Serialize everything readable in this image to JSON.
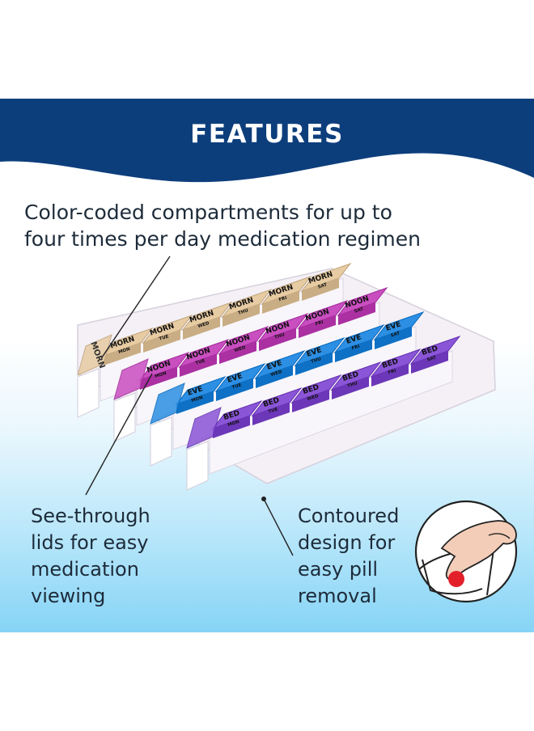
{
  "banner": {
    "title": "FEATURES",
    "color": "#0d3e7c"
  },
  "callouts": {
    "top": [
      "Color-coded compartments for up to",
      "four times per day medication regimen"
    ],
    "left": [
      "See-through",
      "lids for easy",
      "medication",
      "viewing"
    ],
    "right": [
      "Contoured",
      "design for",
      "easy pill",
      "removal"
    ]
  },
  "organizer": {
    "rows": [
      {
        "label": "MORN",
        "color": "#e7cba2",
        "days": [
          "MON",
          "TUE",
          "WED",
          "THU",
          "FRI",
          "SAT"
        ]
      },
      {
        "label": "NOON",
        "color": "#c94ec0",
        "days": [
          "MON",
          "TUE",
          "WED",
          "THU",
          "FRI",
          "SAT"
        ]
      },
      {
        "label": "EVE",
        "color": "#2c8fe3",
        "days": [
          "MON",
          "TUE",
          "WED",
          "THU",
          "FRI",
          "SAT"
        ]
      },
      {
        "label": "BED",
        "color": "#8a55d6",
        "days": [
          "MON",
          "TUE",
          "WED",
          "THU",
          "FRI",
          "SAT"
        ]
      }
    ],
    "open_lid_text": "MORN"
  },
  "icons": {
    "hand": "hand-pill-icon",
    "pill_color": "#e3202a"
  }
}
